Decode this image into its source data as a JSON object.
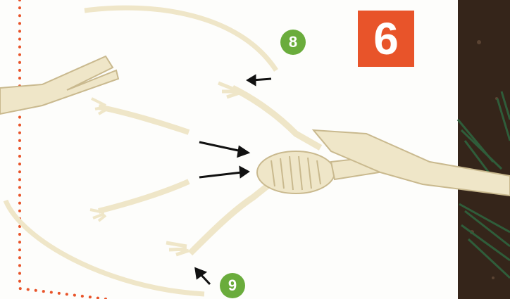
{
  "step": {
    "number": "6",
    "accent_color": "#e8542a"
  },
  "callouts": [
    {
      "label": "8",
      "color": "#6aac3c"
    },
    {
      "label": "9",
      "color": "#6aac3c"
    }
  ],
  "colors": {
    "bone": "#efe6c8",
    "bone_shadow": "#c9b98e",
    "soil": "#3b2a1e",
    "fern": "#2f5d3a",
    "dotted_border": "#e8542a"
  }
}
